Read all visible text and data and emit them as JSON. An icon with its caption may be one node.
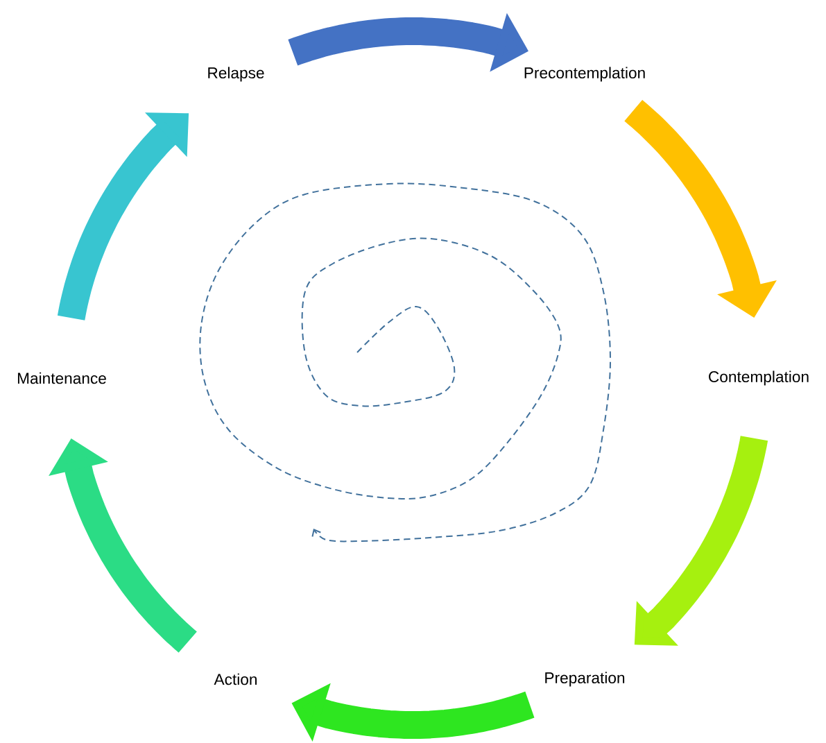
{
  "diagram": {
    "nodes": [
      {
        "text": [
          "Relapse"
        ]
      },
      {
        "text": [
          "Precontemplation"
        ]
      },
      {
        "text": [
          "Contemplation"
        ]
      },
      {
        "text": [
          "Preparation"
        ]
      },
      {
        "text": [
          "Action"
        ]
      },
      {
        "text": [
          "Maintenance"
        ]
      }
    ],
    "edges": [
      {
        "from": 0,
        "to": 1,
        "arrow": "to",
        "color": "#4472c4"
      },
      {
        "from": 1,
        "to": 2,
        "arrow": "to",
        "color": "#ffc000"
      },
      {
        "from": 2,
        "to": 3,
        "arrow": "to",
        "color": "#a6f00f"
      },
      {
        "from": 3,
        "to": 4,
        "arrow": "to",
        "color": "#2ee620"
      },
      {
        "from": 4,
        "to": 5,
        "arrow": "to",
        "color": "#2bdc85"
      },
      {
        "from": 5,
        "to": 0,
        "arrow": "to",
        "color": "#38c5d0"
      }
    ]
  }
}
